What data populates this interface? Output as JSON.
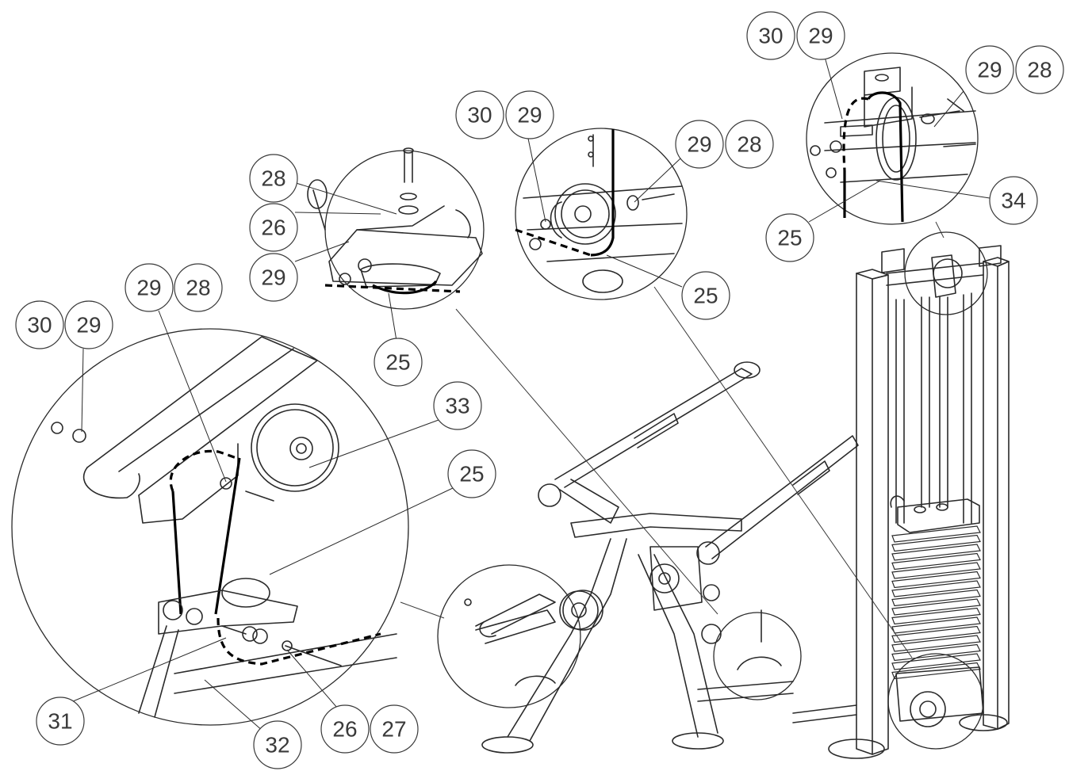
{
  "callouts": [
    {
      "id": "c1",
      "label": "30"
    },
    {
      "id": "c2",
      "label": "29"
    },
    {
      "id": "c3",
      "label": "29"
    },
    {
      "id": "c4",
      "label": "28"
    },
    {
      "id": "c5",
      "label": "34"
    },
    {
      "id": "c6",
      "label": "25"
    },
    {
      "id": "c7",
      "label": "30"
    },
    {
      "id": "c8",
      "label": "29"
    },
    {
      "id": "c9",
      "label": "29"
    },
    {
      "id": "c10",
      "label": "28"
    },
    {
      "id": "c11",
      "label": "25"
    },
    {
      "id": "c12",
      "label": "28"
    },
    {
      "id": "c13",
      "label": "26"
    },
    {
      "id": "c14",
      "label": "29"
    },
    {
      "id": "c15",
      "label": "25"
    },
    {
      "id": "c16",
      "label": "29"
    },
    {
      "id": "c17",
      "label": "28"
    },
    {
      "id": "c18",
      "label": "30"
    },
    {
      "id": "c19",
      "label": "29"
    },
    {
      "id": "c20",
      "label": "33"
    },
    {
      "id": "c21",
      "label": "25"
    },
    {
      "id": "c22",
      "label": "31"
    },
    {
      "id": "c23",
      "label": "32"
    },
    {
      "id": "c24",
      "label": "26"
    },
    {
      "id": "c25",
      "label": "27"
    }
  ]
}
